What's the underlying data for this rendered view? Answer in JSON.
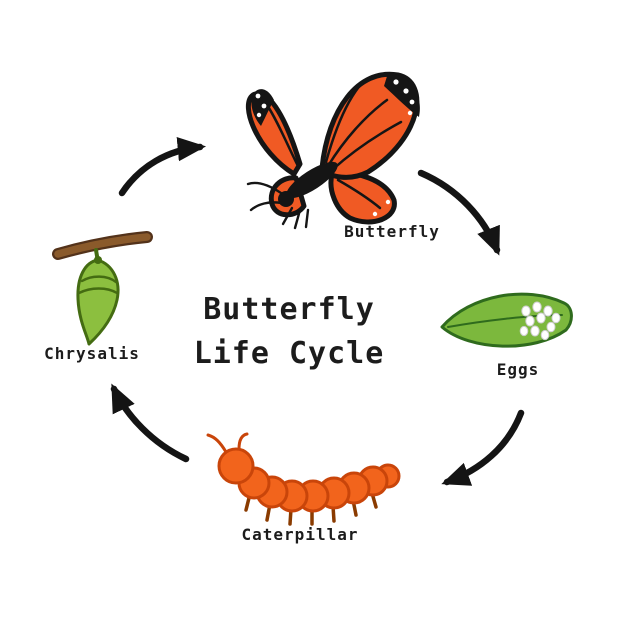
{
  "title": {
    "line1": "Butterfly",
    "line2": "Life Cycle"
  },
  "stages": [
    {
      "name": "butterfly",
      "label": "Butterfly"
    },
    {
      "name": "eggs",
      "label": "Eggs"
    },
    {
      "name": "caterpillar",
      "label": "Caterpillar"
    },
    {
      "name": "chrysalis",
      "label": "Chrysalis"
    }
  ],
  "colors": {
    "background": "#ffffff",
    "text": "#1c1c1c",
    "arrow": "#141414",
    "butterfly_orange": "#f05a24",
    "butterfly_black": "#151515",
    "leaf_green": "#7cb83d",
    "leaf_outline": "#2f6b1d",
    "egg_white": "#ffffff",
    "caterpillar_orange": "#f2641c",
    "caterpillar_outline": "#c9450a",
    "chrysalis_green": "#8cbf3f",
    "chrysalis_outline": "#446c12",
    "branch_brown": "#8a5a2b"
  }
}
